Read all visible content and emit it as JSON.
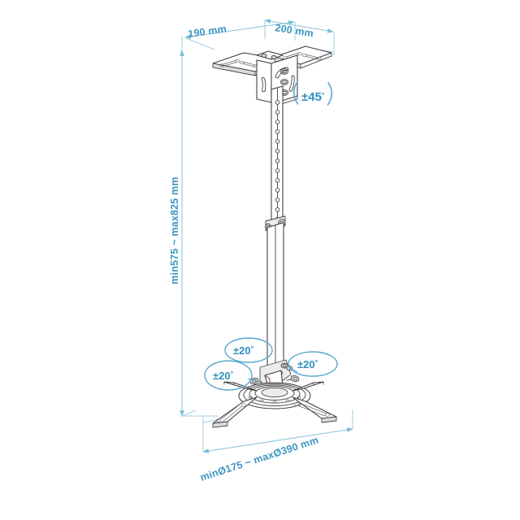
{
  "drawing": {
    "title": "Projector ceiling mount dimensional drawing",
    "background_color": "#ffffff",
    "dimension_color": "#3d95c4",
    "annotation_color": "#2f8fc0",
    "product_line_color": "#3a3a3a"
  },
  "dimensions": {
    "plate_depth": "190 mm",
    "plate_width": "200 mm",
    "height_range": "min575 ~ max825 mm",
    "mount_span": "minØ175 ~ maxØ390 mm"
  },
  "angles": {
    "tilt_top": "±45",
    "rotate_left": "±20",
    "rotate_top": "±20",
    "rotate_right": "±20",
    "degree_symbol": "°"
  },
  "icons": {
    "arrow_left": "arrow-left-icon",
    "arrow_right": "arrow-right-icon",
    "arrow_up": "arrow-up-icon",
    "arrow_down": "arrow-down-icon"
  }
}
